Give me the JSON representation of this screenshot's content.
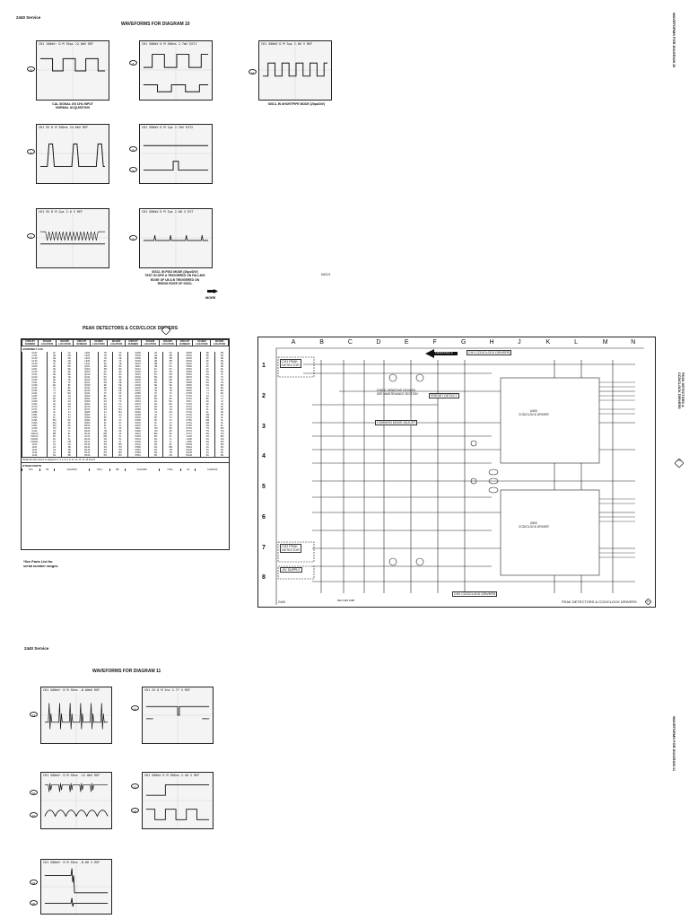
{
  "page_top": {
    "header": "2440 Service",
    "title": "WAVEFORMS FOR DIAGRAM 10",
    "side_title": "WAVEFORMS FOR DIAGRAM 10",
    "scopes": [
      {
        "readout": "CH1 100mV~  D  M 50µs 12.0mV  REF",
        "tp": "10",
        "extra_tp": ""
      },
      {
        "readout": "CH1 500mV  D  M 500ns 2.7mV  EXT1",
        "tp": "8",
        "extra_tp": ""
      },
      {
        "readout": "CH1 500mV  D  M 5µs  2.00 V  REF",
        "tp": "11",
        "extra_tp": ""
      },
      {
        "readout": "CH1   5V   D  M 500ns 24.6mV  REF",
        "tp": "9",
        "extra_tp": ""
      },
      {
        "readout": "CH1 500mV  D  M 2µs 2.7mV  EXT2",
        "tp": "8",
        "extra_tp": "9"
      },
      {
        "readout": "CH1   5V   D  M 2µs  2.0 V  REF",
        "tp": "6",
        "extra_tp": ""
      },
      {
        "readout": "CH1 500mV  D  M 5µs 2.00 V  EXT",
        "tp": "5",
        "extra_tp": ""
      }
    ],
    "captions": {
      "cal_signal": "CAL SIGNAL ON CH1 INPUT\nNORMAL ACQUISITION",
      "sisc_shortpipe": "SISCL IN SHORTPIPE MODE (20µs/DIV)",
      "sisc_fiso": "SISCL IN FISO MODE (20µs/DIV)\nTEST SCOPE A TRIGGERED ON FALLING\nEDGE OF U8 A B TRIGGERED ON\nRISING EDGE OF SISCL"
    },
    "small_id": "6403-S",
    "more": "MORE"
  },
  "parts_section": {
    "title": "PEAK DETECTORS & CCD/CLOCK DRIVERS",
    "badge": "10",
    "columns": [
      "CIRCUIT NUMBER",
      "SCHEM LOCATION",
      "BOARD LOCATION",
      "CIRCUIT NUMBER",
      "SCHEM LOCATION",
      "BOARD LOCATION",
      "CIRCUIT NUMBER",
      "SCHEM LOCATION",
      "BOARD LOCATION",
      "CIRCUIT NUMBER",
      "SCHEM LOCATION",
      "BOARD LOCATION",
      "CIRCUIT NUMBER",
      "SCHEM LOCATION",
      "BOARD LOCATION"
    ],
    "assembly_label": "ASSEMBLY A16",
    "rows": [
      [
        "C101",
        "1F",
        "1C",
        "L602",
        "7D",
        "2F",
        "R200",
        "3A",
        "5A",
        "R630",
        "3E",
        "5D"
      ],
      [
        "C111",
        "4E",
        "2D",
        "L603",
        "7G",
        "3D",
        "R201",
        "3A",
        "5B",
        "R631",
        "3E",
        "5D"
      ],
      [
        "C120",
        "3E",
        "3D",
        "L604",
        "7G",
        "2E",
        "R202",
        "3B",
        "5B",
        "R632",
        "3F",
        "5E"
      ],
      [
        "C130",
        "3E",
        "4D",
        "L605",
        "8C",
        "2F",
        "R203",
        "4B",
        "5B",
        "R640",
        "3F",
        "5E"
      ],
      [
        "C140",
        "2F",
        "3D",
        "L610",
        "2K",
        "1E",
        "R210",
        "4B",
        "5C",
        "R641",
        "4F",
        "6E"
      ],
      [
        "C200",
        "2H",
        "5D",
        "Q201",
        "4B",
        "3D",
        "R211",
        "4B",
        "5C",
        "R650",
        "4F",
        "6E"
      ],
      [
        "C201",
        "3H",
        "5E",
        "Q202",
        "4B",
        "3D",
        "R212",
        "4C",
        "5C",
        "R651",
        "4F",
        "6F"
      ],
      [
        "C210",
        "3H",
        "6E",
        "Q203",
        "4C",
        "3D",
        "R220",
        "5C",
        "5D",
        "R660",
        "5G",
        "6F"
      ],
      [
        "C211",
        "4H",
        "6E",
        "Q210",
        "5C",
        "4D",
        "R221",
        "5C",
        "5D",
        "R661",
        "5G",
        "7F"
      ],
      [
        "C212",
        "4H",
        "7E",
        "Q211",
        "5C",
        "4D",
        "R222",
        "5D",
        "6D",
        "R670",
        "5G",
        "7F"
      ],
      [
        "C220",
        "5H",
        "7E",
        "Q220",
        "5D",
        "4E",
        "R230",
        "6D",
        "6D",
        "R671",
        "6G",
        "7G"
      ],
      [
        "C221",
        "5H",
        "7F",
        "Q221",
        "6D",
        "5E",
        "R231",
        "6D",
        "6E",
        "R680",
        "6H",
        "7G"
      ],
      [
        "C230",
        "6H",
        "8F",
        "Q230",
        "6E",
        "5E",
        "R232",
        "6E",
        "6E",
        "R681",
        "6H",
        "8G"
      ],
      [
        "C231",
        "6J",
        "8F",
        "Q231",
        "6E",
        "5E",
        "R240",
        "7E",
        "7E",
        "R690",
        "7H",
        "8G"
      ],
      [
        "C240",
        "7J",
        "8G",
        "Q240",
        "7F",
        "6E",
        "R241",
        "7E",
        "7E",
        "R691",
        "7J",
        "8H"
      ],
      [
        "C241",
        "7J",
        "8G",
        "Q241",
        "7F",
        "6F",
        "R250",
        "7F",
        "7F",
        "R700",
        "7J",
        "8H"
      ],
      [
        "C250",
        "8J",
        "1H",
        "Q250",
        "8F",
        "6F",
        "R251",
        "8F",
        "7F",
        "R701",
        "8J",
        "1J"
      ],
      [
        "C251",
        "8K",
        "1H",
        "Q251",
        "8G",
        "6F",
        "R260",
        "8G",
        "8F",
        "R710",
        "8K",
        "1J"
      ],
      [
        "C260",
        "2K",
        "2H",
        "Q260",
        "2G",
        "7F",
        "R261",
        "2G",
        "8G",
        "R711",
        "2K",
        "2J"
      ],
      [
        "C261",
        "2K",
        "2H",
        "Q261",
        "2G",
        "7G",
        "R270",
        "2H",
        "8G",
        "R720",
        "2K",
        "2K"
      ],
      [
        "C270",
        "3K",
        "3H",
        "Q270",
        "3H",
        "7G",
        "R271",
        "3H",
        "1H",
        "R721",
        "3L",
        "2K"
      ],
      [
        "C271",
        "3L",
        "3J",
        "Q271",
        "3H",
        "8G",
        "R280",
        "3H",
        "1H",
        "R730",
        "3L",
        "3K"
      ],
      [
        "C280",
        "4L",
        "4J",
        "Q280",
        "4J",
        "8H",
        "R281",
        "4J",
        "2H",
        "R731",
        "4L",
        "3K"
      ],
      [
        "C281",
        "4L",
        "4J",
        "Q281",
        "4J",
        "1H",
        "R290",
        "4J",
        "2J",
        "R740",
        "4M",
        "4K"
      ],
      [
        "C290",
        "5L",
        "5J",
        "Q290",
        "5K",
        "1J",
        "R291",
        "5K",
        "3J",
        "R741",
        "5M",
        "4L"
      ],
      [
        "C291",
        "5M",
        "5K",
        "Q291",
        "5K",
        "2J",
        "R300",
        "5K",
        "3J",
        "R750",
        "5M",
        "5L"
      ],
      [
        "C300",
        "6M",
        "6K",
        "Q300",
        "6L",
        "2J",
        "R301",
        "6L",
        "4J",
        "R751",
        "6M",
        "5L"
      ],
      [
        "C301",
        "6M",
        "6K",
        "R101",
        "6L",
        "3J",
        "R310",
        "6L",
        "4K",
        "R760",
        "6N",
        "6L"
      ],
      [
        "C310",
        "7M",
        "7K",
        "R102",
        "7L",
        "3K",
        "R311",
        "7M",
        "5K",
        "R761",
        "7N",
        "6M"
      ],
      [
        "C311",
        "7N",
        "7L",
        "R103",
        "7M",
        "4K",
        "R320",
        "7M",
        "5K",
        "R770",
        "7N",
        "7M"
      ],
      [
        "CR101",
        "8B",
        "8L",
        "R110",
        "8M",
        "4K",
        "R321",
        "8M",
        "6K",
        "R771",
        "8N",
        "7M"
      ],
      [
        "CR102",
        "8C",
        "1L",
        "R111",
        "8M",
        "5L",
        "R330",
        "8N",
        "6L",
        "U100",
        "2D",
        "8M"
      ],
      [
        "CR201",
        "2C",
        "2L",
        "R120",
        "2N",
        "5L",
        "R331",
        "2N",
        "7L",
        "U200",
        "4G",
        "1M"
      ],
      [
        "CR202",
        "3C",
        "2M",
        "R121",
        "3N",
        "6L",
        "R340",
        "3N",
        "7L",
        "U300",
        "6H",
        "2M"
      ],
      [
        "J100",
        "1A",
        "1A",
        "R130",
        "3N",
        "6M",
        "R341",
        "3N",
        "8L",
        "W100",
        "1A",
        "3M"
      ],
      [
        "J110",
        "2A",
        "1B",
        "R131",
        "4N",
        "7M",
        "R350",
        "4N",
        "8M",
        "W110",
        "2A",
        "3N"
      ],
      [
        "J120",
        "3A",
        "2B",
        "R140",
        "4N",
        "7M",
        "R351",
        "4N",
        "1M",
        "W120",
        "3A",
        "4N"
      ],
      [
        "J130",
        "4A",
        "2B",
        "R141",
        "5N",
        "8M",
        "R360",
        "5N",
        "1N",
        "W130",
        "4A",
        "4N"
      ],
      [
        "J140",
        "5A",
        "3B",
        "R150",
        "5N",
        "8N",
        "R361",
        "5N",
        "2N",
        "W140",
        "5A",
        "5N"
      ]
    ],
    "footnote": "Partial A16 also shown on diagrams 2, 3, 4, 5, 6, 9, 11, 12, 13, 14, 16 and 20",
    "other_label": "OTHER PARTS",
    "other_row": [
      "P11",
      "1B",
      "CHASSIS",
      "P111",
      "8B",
      "CHASSIS",
      "P141",
      "2F",
      "CHASSIS"
    ],
    "note": "*See Parts List for\nserial number ranges."
  },
  "schematic": {
    "columns": [
      "A",
      "B",
      "C",
      "D",
      "E",
      "F",
      "G",
      "H",
      "J",
      "K",
      "L",
      "M",
      "N"
    ],
    "rows": [
      "1",
      "2",
      "3",
      "4",
      "5",
      "6",
      "7",
      "8"
    ],
    "labels": {
      "ch1_peak": "CH1 PEAK\nDETECTOR",
      "ch1_ccd": "CH1 CCD/CLOCK DRIVERS",
      "from_diag": "FROM DIAG 9",
      "preset_detect": "PRESET DETECT",
      "common_mode": "COMMON MODE ADJUST",
      "ch2_peak": "CH2 PEAK\nDETECTOR",
      "ch2_ccd": "CH2 CCD/CLOCK DRIVERS",
      "supply": "-5V SUPPLY",
      "ccd_driver_top": "U400\nCCD/CLOCK DRIVER",
      "ccd_driver_bot": "U500\nCCD/CLOCK DRIVER",
      "static_note": "STATIC SENSITIVE DEVICES\nSEE MAINTENANCE SECTION",
      "model": "2440",
      "footer_title": "PEAK DETECTORS & CCD/CLOCK DRIVERS",
      "footer_badge": "10",
      "rev": "REV FEB 1988"
    },
    "side_title": "PEAK DETECTORS &\nCCD/CLOCK DRIVERS",
    "side_badge": "10"
  },
  "page_bottom": {
    "header": "2440 Service",
    "title": "WAVEFORMS FOR DIAGRAM 11",
    "side_title": "WAVEFORMS FOR DIAGRAM 11",
    "scopes": [
      {
        "readout": "CH1 500mV~  D  M 50ns -8.00mV  REF",
        "tp": "13",
        "extra_tp": ""
      },
      {
        "readout": "CH1  2V    D  M 2ns  2.77 V  REF",
        "tp": "14",
        "extra_tp": ""
      },
      {
        "readout": "CH1 500mV~  D  M 50ns -12.0mV  REF",
        "tp": "15",
        "extra_tp": "16"
      },
      {
        "readout": "CH1 500mV  D  M 500ns  2.40 V  REF",
        "tp": "17",
        "extra_tp": "18"
      },
      {
        "readout": "CH1 500mV~  D  M 50ns -8.00 V  REF",
        "tp": "19",
        "extra_tp": "20"
      }
    ]
  }
}
